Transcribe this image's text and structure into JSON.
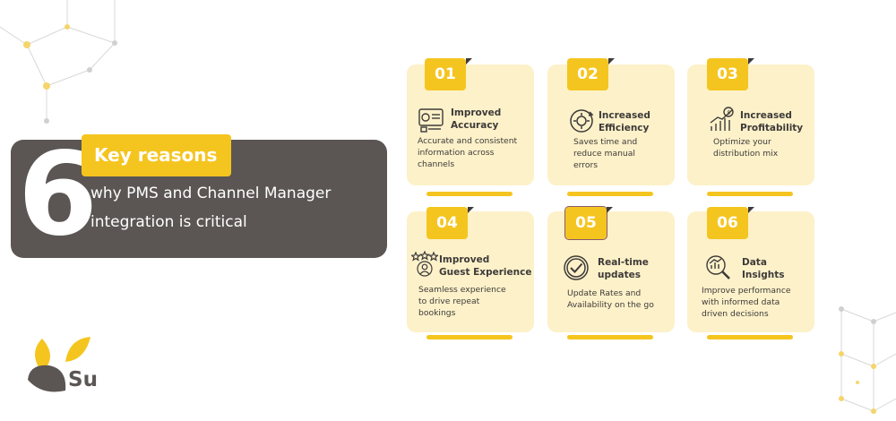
{
  "hero": {
    "number": "6",
    "badge": "Key reasons",
    "line1": "why PMS and Channel Manager",
    "line2": "integration is critical"
  },
  "cards": [
    {
      "num": "01",
      "title_1": "Improved",
      "title_2": "Accuracy",
      "desc_1": "Accurate and consistent",
      "desc_2": "information across",
      "desc_3": "channels",
      "icon": "accuracy-checklist-icon"
    },
    {
      "num": "02",
      "title_1": "Increased",
      "title_2": "Efficiency",
      "desc_1": "Saves time and",
      "desc_2": "reduce manual",
      "desc_3": "errors",
      "icon": "gear-cycle-icon"
    },
    {
      "num": "03",
      "title_1": "Increased",
      "title_2": "Profitability",
      "desc_1": "Optimize your",
      "desc_2": "distribution mix",
      "desc_3": "",
      "icon": "profit-growth-chart-icon"
    },
    {
      "num": "04",
      "title_1": "Improved",
      "title_2": "Guest Experience",
      "desc_1": "Seamless experience",
      "desc_2": "to drive repeat",
      "desc_3": "bookings",
      "icon": "guest-rating-stars-icon"
    },
    {
      "num": "05",
      "title_1": "Real-time",
      "title_2": "updates",
      "desc_1": "Update Rates and",
      "desc_2": "Availability on the go",
      "desc_3": "",
      "icon": "checkmark-circle-icon"
    },
    {
      "num": "06",
      "title_1": "Data",
      "title_2": "Insights",
      "desc_1": "Improve performance",
      "desc_2": "with informed data",
      "desc_3": "driven decisions",
      "icon": "magnifier-chart-icon"
    }
  ],
  "logo": {
    "text": "Su"
  },
  "colors": {
    "accent": "#f5c51f",
    "card_bg": "#fdf1c9",
    "panel": "#5b5654",
    "text": "#3d3a39"
  }
}
